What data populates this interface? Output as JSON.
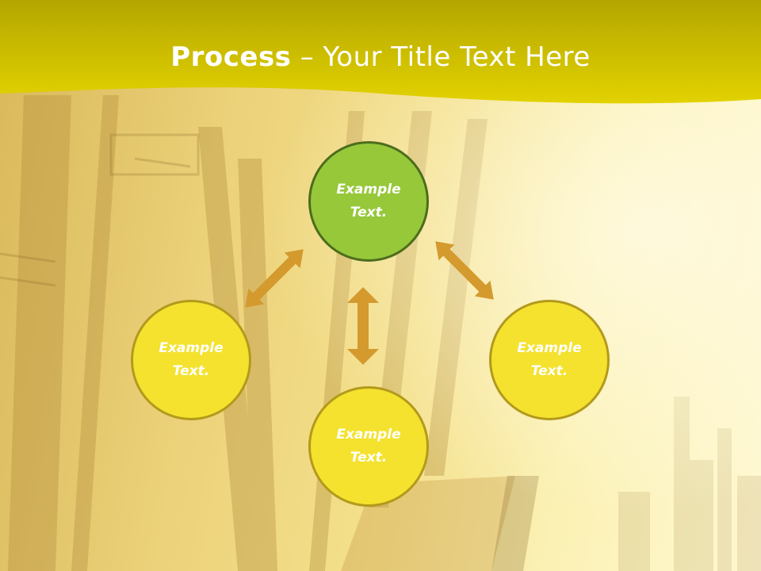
{
  "title": {
    "bold": "Process",
    "rest": " – Your Title Text Here"
  },
  "nodes": {
    "top": {
      "label": "Example Text."
    },
    "left": {
      "label": "Example Text."
    },
    "right": {
      "label": "Example Text."
    },
    "bottom": {
      "label": "Example Text."
    }
  },
  "colors": {
    "title_band": "#d4c300",
    "node_yellow": "#f4e22e",
    "node_green": "#96c83a",
    "arrow": "#d49a2e"
  },
  "icons": {
    "arrows": "double-headed-arrow"
  }
}
